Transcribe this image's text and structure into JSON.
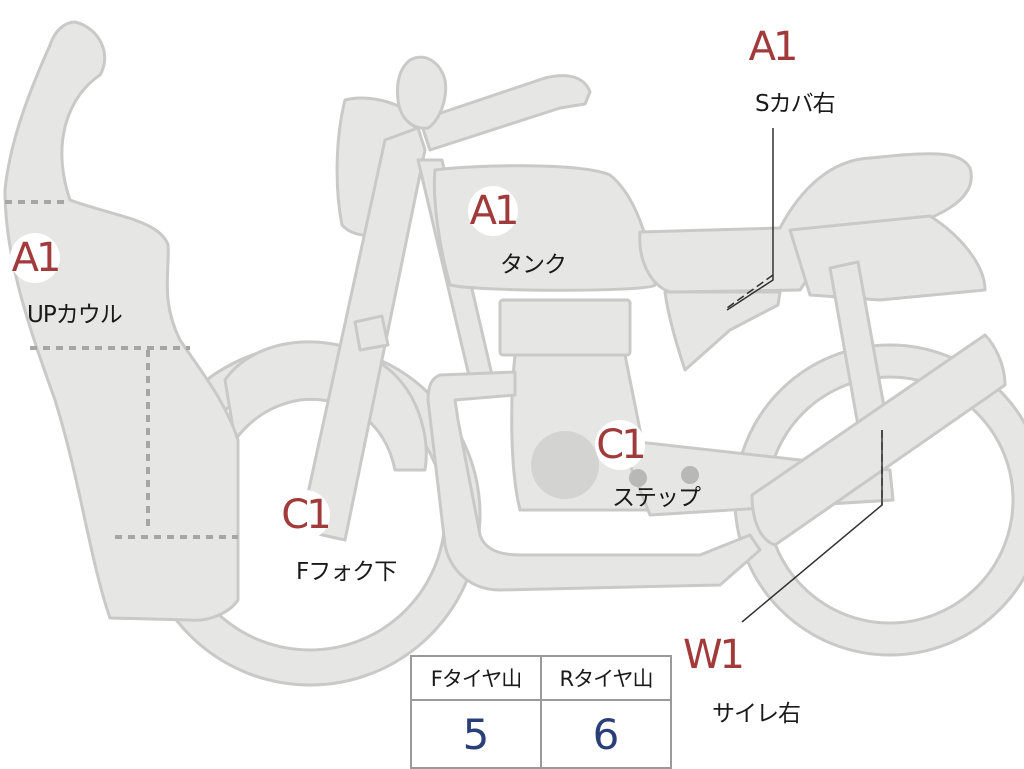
{
  "colors": {
    "body_fill": "#e6e6e4",
    "outline": "#c9c9c7",
    "grade_text": "#a13a3a",
    "label_text": "#1a1a1a",
    "tread_text": "#2a3f78",
    "table_border": "#9a9a9a"
  },
  "damage_points": {
    "s_cover_right": {
      "grade": "A1",
      "label": "Sカバ右"
    },
    "tank": {
      "grade": "A1",
      "label": "タンク"
    },
    "upper_cowl": {
      "grade": "A1",
      "label": "UPカウル"
    },
    "step": {
      "grade": "C1",
      "label": "ステップ"
    },
    "front_fork_lower": {
      "grade": "C1",
      "label": "Fフォク下"
    },
    "silencer_right": {
      "grade": "W1",
      "label": "サイレ右"
    }
  },
  "tire_table": {
    "front_header": "Fタイヤ山",
    "rear_header": "Rタイヤ山",
    "front_value": "5",
    "rear_value": "6"
  }
}
